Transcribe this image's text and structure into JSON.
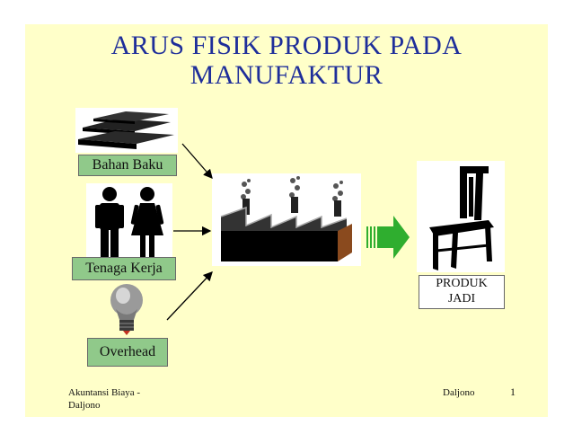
{
  "slide": {
    "title_line1": "ARUS FISIK PRODUK PADA",
    "title_line2": "MANUFAKTUR",
    "inputs": [
      {
        "label": "Bahan Baku",
        "icon": "material-stack-icon"
      },
      {
        "label": "Tenaga Kerja",
        "icon": "workers-icon"
      },
      {
        "label": "Overhead",
        "icon": "light-bulb-icon"
      }
    ],
    "process_icon": "factory-icon",
    "output": {
      "line1": "PRODUK",
      "line2": "JADI",
      "icon": "chair-icon"
    },
    "footer": {
      "left_line1": "Akuntansi Biaya -",
      "left_line2": "Daljono",
      "center": "Daljono",
      "page_number": "1"
    },
    "colors": {
      "slide_bg": "#ffffc9",
      "title": "#1e2e9a",
      "label_bg": "#90c98a",
      "big_arrow": "#2fae2f"
    }
  }
}
